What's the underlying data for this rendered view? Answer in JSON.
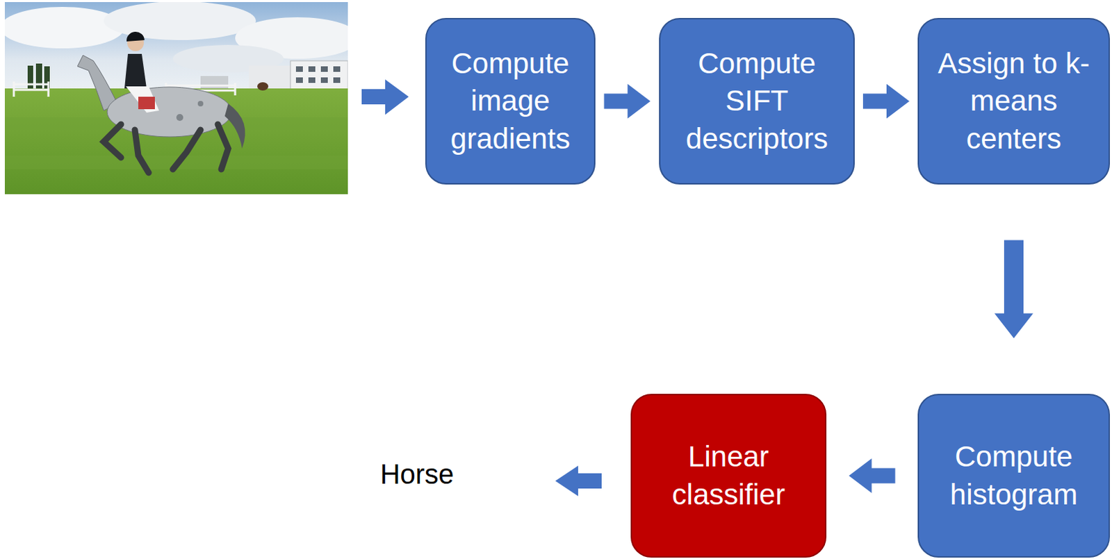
{
  "diagram": {
    "nodes": [
      {
        "text": [
          "Compute image gradients"
        ]
      },
      {
        "text": [
          "Compute SIFT descriptors"
        ]
      },
      {
        "text": [
          "Assign to k-means centers"
        ]
      },
      {
        "text": [
          "Compute histogram"
        ]
      },
      {
        "text": [
          "Linear classifier"
        ]
      }
    ],
    "edges": [
      {
        "from": 0,
        "to": 1,
        "arrow": "to"
      },
      {
        "from": 1,
        "to": 2,
        "arrow": "to"
      },
      {
        "from": 2,
        "to": 3,
        "arrow": "to"
      },
      {
        "from": 3,
        "to": 4,
        "arrow": "to"
      }
    ],
    "labels": [
      "Horse"
    ]
  }
}
